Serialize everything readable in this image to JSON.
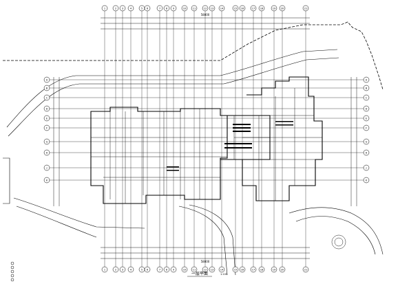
{
  "drawing": {
    "title": "一层平面",
    "scale": "1:100",
    "subtitle": "",
    "top_axes": [
      "1",
      "2",
      "3",
      "4",
      "5",
      "6",
      "7",
      "8",
      "9",
      "10",
      "11",
      "12",
      "13",
      "14",
      "15",
      "16",
      "17",
      "18",
      "19",
      "20",
      "21"
    ],
    "bottom_axes": [
      "1",
      "2",
      "3",
      "4",
      "5",
      "6",
      "7",
      "8",
      "9",
      "10",
      "11",
      "12",
      "13",
      "14",
      "15",
      "16",
      "17",
      "18",
      "19",
      "20",
      "21"
    ],
    "left_axes": [
      "A",
      "B",
      "C",
      "D",
      "E",
      "F",
      "G",
      "H",
      "J",
      "K"
    ],
    "right_axes": [
      "A",
      "B",
      "C",
      "D",
      "E",
      "F",
      "G",
      "H",
      "J",
      "K"
    ],
    "top_overall_dim": "58800",
    "bottom_overall_dim": "58800"
  }
}
